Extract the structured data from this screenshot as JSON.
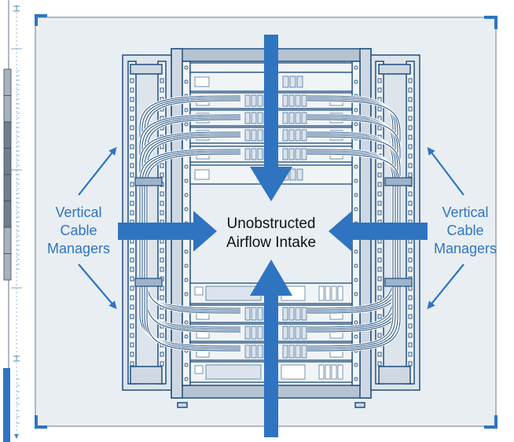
{
  "diagram": {
    "center_label": [
      "Unobstructed",
      "Airflow Intake"
    ],
    "left_label": [
      "Vertical",
      "Cable",
      "Managers"
    ],
    "right_label": [
      "Vertical",
      "Cable",
      "Managers"
    ]
  },
  "colors": {
    "accent": "#2f74c0",
    "line": "#1f4f7f",
    "panel_bg": "#e9eef3",
    "rack_fill": "#cfd8e2",
    "device_fill": "#f1f4f7",
    "frame": "#9aa4ad"
  },
  "ruler": {
    "segments": 8,
    "progress_fill": 0.2
  }
}
